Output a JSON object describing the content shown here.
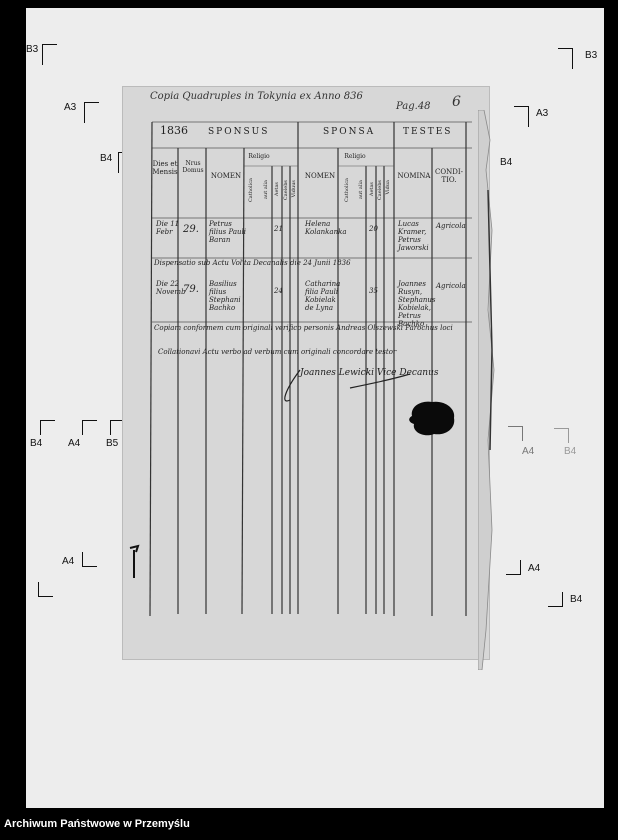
{
  "film_marks": {
    "b3_left": "B3",
    "b3_right": "B3",
    "a3_left": "A3",
    "a3_right": "A3",
    "b4_top_left": "B4",
    "b4_top_right": "B4",
    "b4_mid_left": "B4",
    "a4_mid_left": "A4",
    "b5_mid_left": "B5",
    "a4_mid_right": "A4",
    "b4_mid_right": "B4",
    "a4_low_left": "A4",
    "a4_low_right": "A4",
    "b4_low_right": "B4"
  },
  "register": {
    "header_note": "Copia Quadruples in Tokynia ex Anno 836",
    "page_ref": "Pag.48",
    "page_number": "6",
    "year": "1836",
    "sections": {
      "sponsus": "SPONSUS",
      "sponsa": "SPONSA",
      "testes": "TESTES"
    },
    "columns": {
      "dies_et_mensis": "Dies et Mensis",
      "nrus_domus": "Nrus Domus",
      "nomen_sponsus": "NOMEN",
      "religio_sponsus": "Religio",
      "nomen_sponsa": "NOMEN",
      "religio_sponsa": "Religio",
      "nomina": "NOMINA",
      "conditio": "CONDI-TIO."
    },
    "sub_columns": [
      "Catholica",
      "aut alia",
      "Aetas",
      "Caelebs",
      "Viduus"
    ],
    "sub_columns_sponsa": [
      "Catholica",
      "aut alia",
      "Aetas",
      "Caelebs",
      "Vidua"
    ],
    "entries": [
      {
        "date": "Die 11 Febr",
        "house": "29.",
        "groom": "Petrus filius Pauli Baran",
        "groom_age": "21",
        "bride": "Helena Kolankanka",
        "bride_age": "20",
        "witnesses": "Lucas Kramer, Petrus Jaworski",
        "condition": "Agricola"
      },
      {
        "date": "Die 22 Novemb",
        "house": "79.",
        "groom": "Basilius filius Stephani Bachko",
        "groom_age": "24",
        "bride": "Catharina filia Pauli Kobielak de Lyna",
        "bride_age": "35",
        "witnesses": "Joannes Rusyn, Stephanus Kobielak, Petrus Bachko",
        "condition": "Agricola"
      }
    ],
    "dispensation_note": "Dispensatio sub Actu Vol'ta Decanalis die 24 Junii 1836",
    "copy_note_1": "Copiam conformem cum originali verifico personis Andreas Olszewski Parochus loci",
    "copy_note_2": "Collationavi Actu verbo ad verbum cum originali concordare testor",
    "signature": "Joannes Lewicki Vice Decanus"
  },
  "footer": {
    "archive_name": "Archiwum Państwowe w Przemyślu"
  }
}
